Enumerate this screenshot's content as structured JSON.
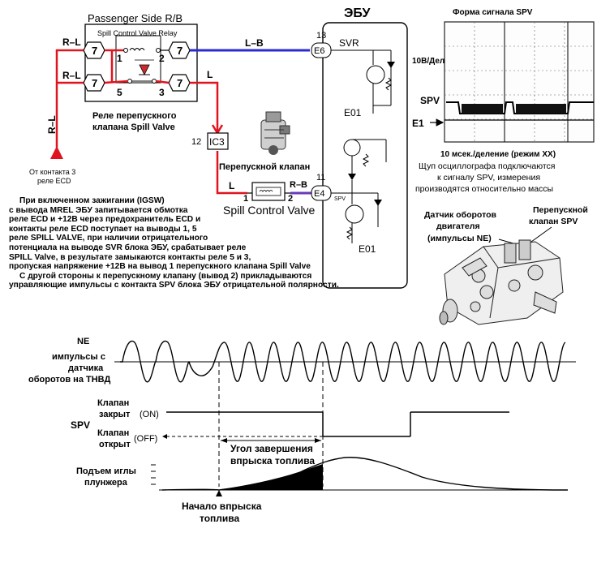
{
  "relay_block": {
    "title": "Passenger Side R/B",
    "relay_name": "Spill Control Valve Relay",
    "wire_rl_top": "R–L",
    "wire_rl_bottom": "R–L",
    "wire_rl_vertical": "R–L",
    "wire_lb": "L–B",
    "wire_l_right": "L",
    "terminal_7": "7",
    "pin_1": "1",
    "pin_2": "2",
    "pin_5": "5",
    "pin_3": "3",
    "caption_line1": "Реле перепускного",
    "caption_line2": "клапана Spill Valve",
    "source_line1": "От контакта 3",
    "source_line2": "реле ECD"
  },
  "connector": {
    "pin": "12",
    "name": "IC3"
  },
  "valve": {
    "caption": "Перепускной клапан",
    "wire_l": "L",
    "wire_rb": "R–B",
    "pin_1": "1",
    "pin_2": "2",
    "name": "Spill Control Valve"
  },
  "ecu": {
    "title": "ЭБУ",
    "pin_13": "13",
    "conn_e6": "E6",
    "svr": "SVR",
    "pin_11": "11",
    "conn_e4": "E4",
    "spv_small": "SPV",
    "e01_top": "E01",
    "e01_bottom": "E01"
  },
  "scope": {
    "title": "Форма сигнала SPV",
    "volts": "10В/Дел",
    "spv": "SPV",
    "e1": "E1",
    "timebase": "10 мсек./деление (режим XX)",
    "note_line1": "Щуп осциллографа подключаются",
    "note_line2": "к сигналу SPV, измерения",
    "note_line3": "производятся относительно массы"
  },
  "pump": {
    "sensor_line1": "Датчик оборотов",
    "sensor_line2": "двигателя",
    "sensor_line3": "(импульсы NE)",
    "valve_line1": "Перепускной",
    "valve_line2": "клапан SPV"
  },
  "description": {
    "line1": "При включенном зажигании (IGSW)",
    "line2": "с вывода MREL ЭБУ запитывается обмотка",
    "line3": "реле ECD и +12В через предохранитель ECD и",
    "line4": "контакты реле ECD поступает на выводы 1, 5",
    "line5": "реле SPILL VALVE, при наличии отрицательного",
    "line6": "потенциала на выводе SVR блока ЭБУ, срабатывает реле",
    "line7": "SPILL Valve, в результате замыкаются контакты реле 5 и 3,",
    "line8": "пропуская напряжение +12В на вывод 1 перепускного клапана Spill Valve",
    "line9": "С другой стороны к перепускному клапану (вывод 2) прикладываются",
    "line10": "управляющие импульсы с контакта SPV блока ЭБУ отрицательной полярности."
  },
  "timing": {
    "ne_line1": "NE",
    "ne_line2": "импульсы с",
    "ne_line3": "датчика",
    "ne_line4": "оборотов на ТНВД",
    "spv_label": "SPV",
    "closed_line1": "Клапан",
    "closed_line2": "закрыт",
    "on": "(ON)",
    "open_line1": "Клапан",
    "open_line2": "открыт",
    "off": "(OFF)",
    "angle_line1": "Угол завершения",
    "angle_line2": "впрыска топлива",
    "lift_line1": "Подъем иглы",
    "lift_line2": "плунжера",
    "start_line1": "Начало впрыска",
    "start_line2": "топлива"
  },
  "colors": {
    "red_wire": "#e0141e",
    "blue_wire": "#2a2ad2",
    "purple_wire": "#6a3ab8"
  }
}
